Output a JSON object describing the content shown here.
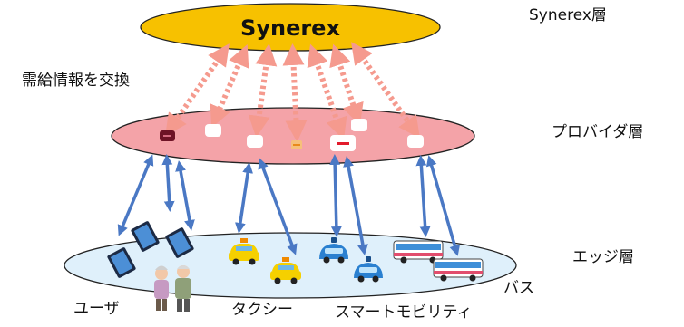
{
  "layers": {
    "synerex": {
      "core_label": "Synerex",
      "layer_label": "Synerex層"
    },
    "provider": {
      "layer_label": "プロバイダ層"
    },
    "edge": {
      "layer_label": "エッジ層"
    }
  },
  "exchange_label": "需給情報を交換",
  "categories": {
    "user": "ユーザ",
    "taxi": "タクシー",
    "bus": "バス",
    "smart_mobility": "スマートモビリティ"
  },
  "colors": {
    "synerex_fill": "#f7c100",
    "provider_fill": "#f4a3a8",
    "edge_fill": "#dff0fb",
    "dashed_arrow": "#f59a8e",
    "blue_arrow": "#4a78c4"
  }
}
